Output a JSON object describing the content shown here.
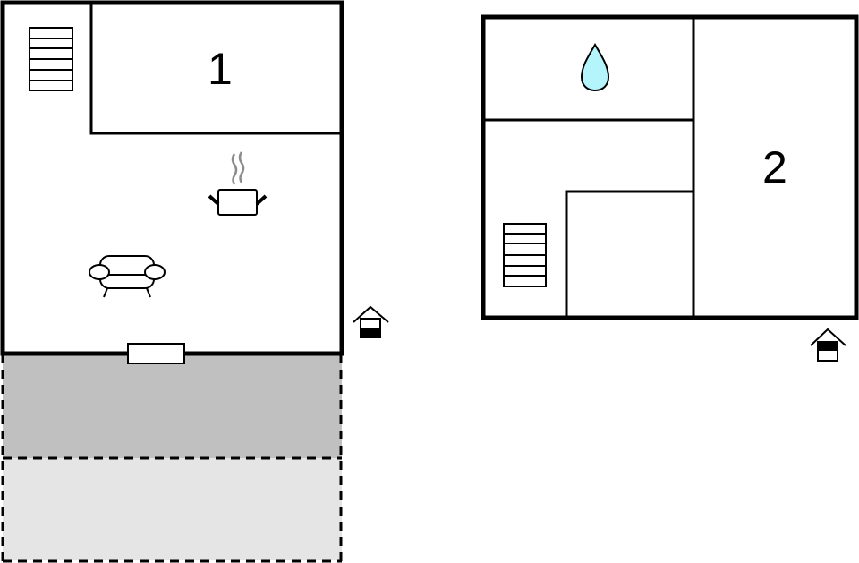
{
  "diagram": {
    "type": "floor-plan",
    "floors": [
      {
        "id": "floor-1",
        "label": "1",
        "icons": [
          "stairs-icon",
          "cooking-pot-icon",
          "sofa-icon",
          "entrance-icon"
        ],
        "areas": [
          {
            "name": "terrace",
            "fill": "#c0c0c0",
            "border": "dashed"
          },
          {
            "name": "garden",
            "fill": "#e5e5e5",
            "border": "dashed"
          }
        ]
      },
      {
        "id": "floor-2",
        "label": "2",
        "icons": [
          "water-drop-icon",
          "stairs-icon",
          "entrance-icon"
        ]
      }
    ],
    "colors": {
      "wall": "#000000",
      "terrace": "#c0c0c0",
      "garden": "#e5e5e5",
      "water": "#b3f5fa",
      "steam": "#8c8c8c"
    }
  }
}
